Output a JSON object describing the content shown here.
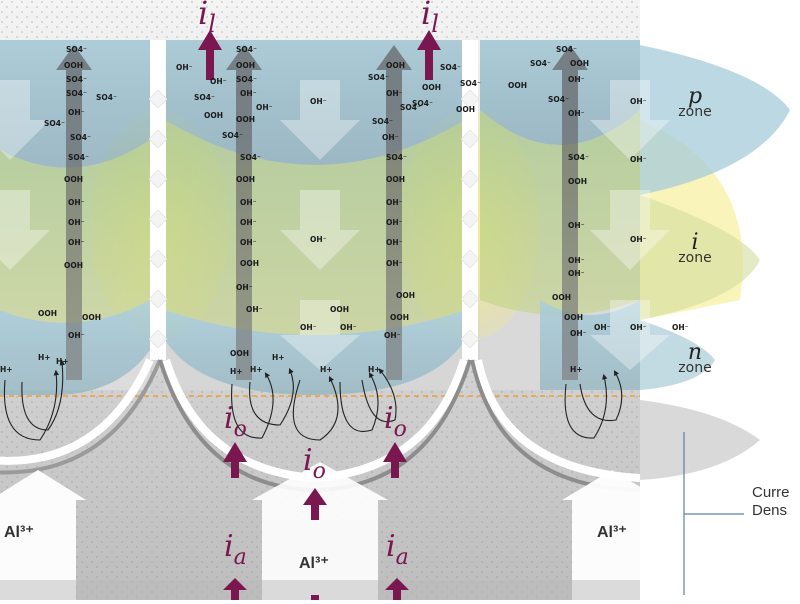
{
  "current_labels": {
    "il": "i",
    "il_sub": "l",
    "io": "i",
    "io_sub": "o",
    "ia": "i",
    "ia_sub": "a"
  },
  "zones": [
    {
      "letter": "p",
      "word": "zone"
    },
    {
      "letter": "i",
      "word": "zone"
    },
    {
      "letter": "n",
      "word": "zone"
    }
  ],
  "ions": {
    "al": "Al³⁺",
    "oh": "OH⁻",
    "ooh": "OOH",
    "so4": "SO4⁻",
    "hplus": "H+"
  },
  "current_density_lines": [
    "Curre",
    "Dens"
  ],
  "colors": {
    "arrow_magenta": "#7a1650",
    "zone_blue": "#9cc7d6",
    "zone_yellow": "#f2eb8e",
    "zone_green": "#b8cc8c",
    "interface_orange": "#f0a030",
    "pore_gray": "#8a8a8a"
  }
}
